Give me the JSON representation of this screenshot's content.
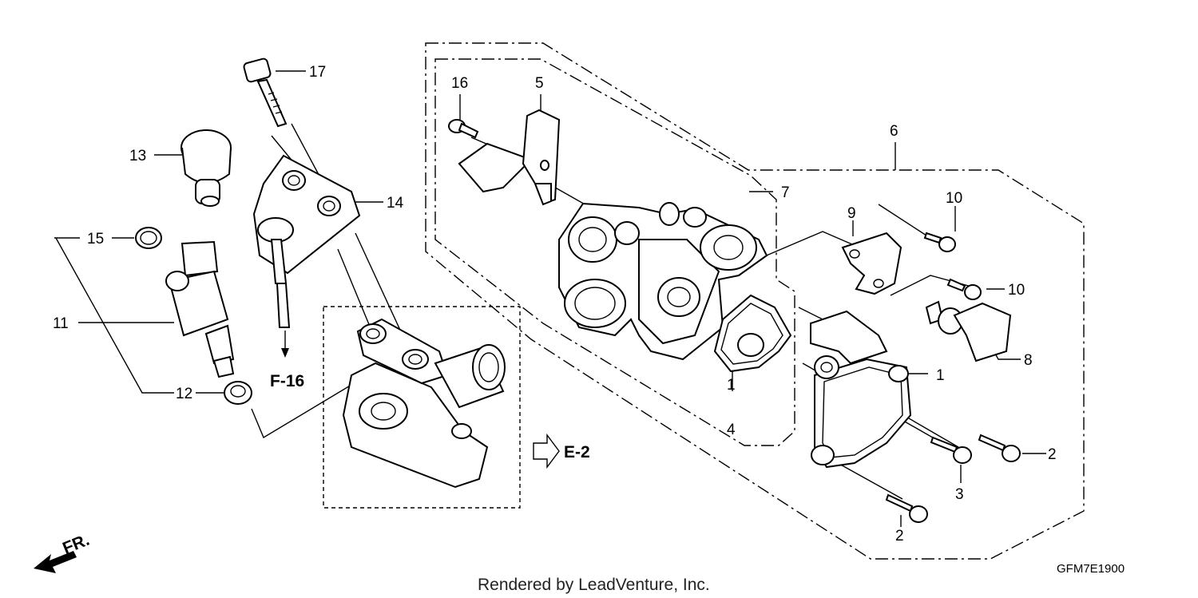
{
  "callouts": [
    {
      "id": "c1",
      "text": "1"
    },
    {
      "id": "c1b",
      "text": "1"
    },
    {
      "id": "c2a",
      "text": "2"
    },
    {
      "id": "c2b",
      "text": "2"
    },
    {
      "id": "c3",
      "text": "3"
    },
    {
      "id": "c4",
      "text": "4"
    },
    {
      "id": "c5",
      "text": "5"
    },
    {
      "id": "c6",
      "text": "6"
    },
    {
      "id": "c7",
      "text": "7"
    },
    {
      "id": "c8",
      "text": "8"
    },
    {
      "id": "c9",
      "text": "9"
    },
    {
      "id": "c10a",
      "text": "10"
    },
    {
      "id": "c10b",
      "text": "10"
    },
    {
      "id": "c11",
      "text": "11"
    },
    {
      "id": "c12",
      "text": "12"
    },
    {
      "id": "c13",
      "text": "13"
    },
    {
      "id": "c14",
      "text": "14"
    },
    {
      "id": "c15",
      "text": "15"
    },
    {
      "id": "c16",
      "text": "16"
    },
    {
      "id": "c17",
      "text": "17"
    }
  ],
  "references": {
    "f16": "F-16",
    "e2": "E-2",
    "front": "FR."
  },
  "diagram_code": "GFM7E1900",
  "credit": "Rendered by LeadVenture, Inc."
}
